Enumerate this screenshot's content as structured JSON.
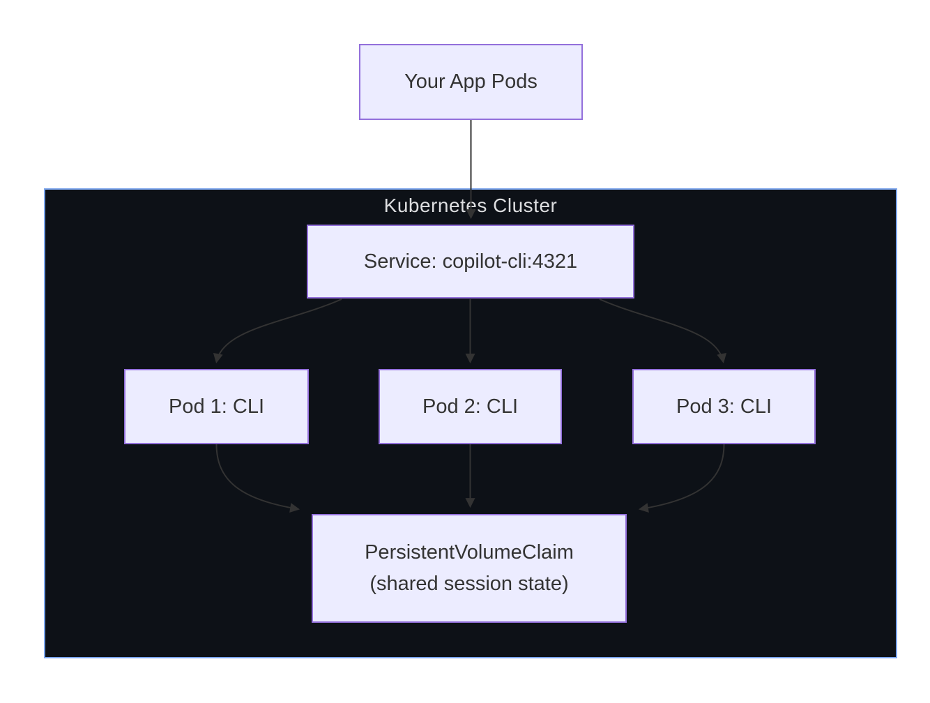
{
  "diagram": {
    "cluster": {
      "label": "Kubernetes Cluster"
    },
    "nodes": {
      "app": {
        "label": "Your App Pods"
      },
      "service": {
        "label": "Service: copilot-cli:4321"
      },
      "pod1": {
        "label": "Pod 1: CLI"
      },
      "pod2": {
        "label": "Pod 2: CLI"
      },
      "pod3": {
        "label": "Pod 3: CLI"
      },
      "pvc": {
        "line1": "PersistentVolumeClaim",
        "line2": "(shared session state)"
      }
    },
    "edges": [
      {
        "from": "Your App Pods",
        "to": "Service: copilot-cli:4321"
      },
      {
        "from": "Service: copilot-cli:4321",
        "to": "Pod 1: CLI"
      },
      {
        "from": "Service: copilot-cli:4321",
        "to": "Pod 2: CLI"
      },
      {
        "from": "Service: copilot-cli:4321",
        "to": "Pod 3: CLI"
      },
      {
        "from": "Pod 1: CLI",
        "to": "PersistentVolumeClaim (shared session state)"
      },
      {
        "from": "Pod 2: CLI",
        "to": "PersistentVolumeClaim (shared session state)"
      },
      {
        "from": "Pod 3: CLI",
        "to": "PersistentVolumeClaim (shared session state)"
      }
    ],
    "colors": {
      "node_fill": "#ECECFF",
      "node_border": "#9370DB",
      "node_text": "#333333",
      "cluster_fill": "#0D1117",
      "cluster_border": "#7AA4EC",
      "cluster_label_text": "#DDDEE0",
      "edge": "#333333",
      "page_background": "#FFFFFF"
    }
  }
}
